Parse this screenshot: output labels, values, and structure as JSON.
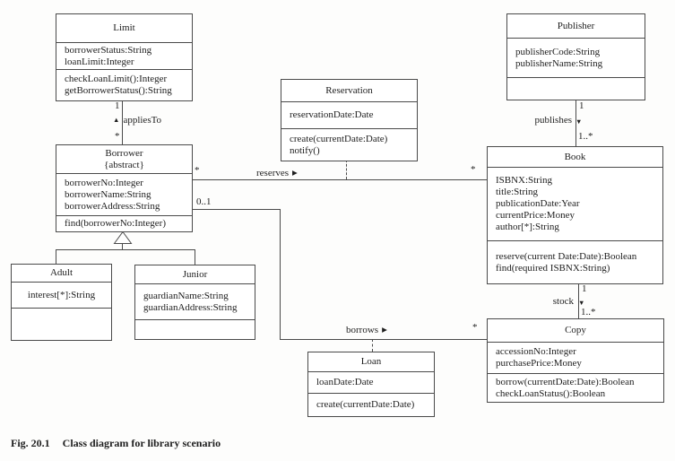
{
  "caption": {
    "fig_label": "Fig. 20.1",
    "title": "Class diagram for library scenario"
  },
  "colors": {
    "line": "#4a4a4a",
    "text": "#1e1e1e",
    "background": "#fdfdfc"
  },
  "classes": {
    "limit": {
      "title": "Limit",
      "attributes": [
        "borrowerStatus:String",
        "loanLimit:Integer"
      ],
      "methods": [
        "checkLoanLimit():Integer",
        "getBorrowerStatus():String"
      ]
    },
    "borrower": {
      "title": "Borrower",
      "stereotype": "{abstract}",
      "attributes": [
        "borrowerNo:Integer",
        "borrowerName:String",
        "borrowerAddress:String"
      ],
      "methods": [
        "find(borrowerNo:Integer)"
      ]
    },
    "adult": {
      "title": "Adult",
      "attributes": [
        "interest[*]:String"
      ],
      "methods": []
    },
    "junior": {
      "title": "Junior",
      "attributes": [
        "guardianName:String",
        "guardianAddress:String"
      ],
      "methods": []
    },
    "reservation": {
      "title": "Reservation",
      "attributes": [
        "reservationDate:Date"
      ],
      "methods": [
        "create(currentDate:Date)",
        "notify()"
      ]
    },
    "publisher": {
      "title": "Publisher",
      "attributes": [
        "publisherCode:String",
        "publisherName:String"
      ],
      "methods": []
    },
    "book": {
      "title": "Book",
      "attributes": [
        "ISBNX:String",
        "title:String",
        "publicationDate:Year",
        "currentPrice:Money",
        "author[*]:String"
      ],
      "methods": [
        "reserve(current Date:Date):Boolean",
        "find(required ISBNX:String)"
      ]
    },
    "copy": {
      "title": "Copy",
      "attributes": [
        "accessionNo:Integer",
        "purchasePrice:Money"
      ],
      "methods": [
        "borrow(currentDate:Date):Boolean",
        "checkLoanStatus():Boolean"
      ]
    },
    "loan": {
      "title": "Loan",
      "attributes": [
        "loanDate:Date"
      ],
      "methods": [
        "create(currentDate:Date)"
      ]
    }
  },
  "associations": {
    "applies_to": {
      "name": "appliesTo",
      "direction_arrow": "▲",
      "limit_end": "1",
      "borrower_end": "*"
    },
    "reserves": {
      "name": "reserves",
      "direction_arrow": "▶",
      "borrower_end": "*",
      "book_end": "*"
    },
    "borrows": {
      "name": "borrows",
      "direction_arrow": "▶",
      "borrower_end": "0..1",
      "copy_end": "*"
    },
    "publishes": {
      "name": "publishes",
      "direction_arrow": "▼",
      "publisher_end": "1",
      "book_end": "1..*"
    },
    "stock": {
      "name": "stock",
      "direction_arrow": "▼",
      "book_end": "1",
      "copy_end": "1..*"
    }
  }
}
